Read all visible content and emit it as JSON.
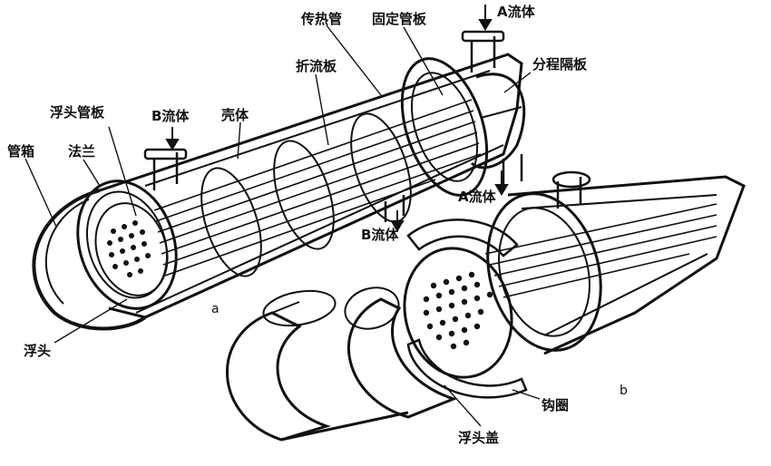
{
  "labels": {
    "a_fluid_in": "A流体",
    "fixed_tube_sheet": "固定管板",
    "heat_tube": "传热管",
    "baffle": "折流板",
    "pass_partition": "分程隔板",
    "floating_tube_sheet": "浮头管板",
    "b_fluid_in": "B流体",
    "shell": "壳体",
    "channel": "管箱",
    "flange": "法兰",
    "a_fluid_out": "A流体",
    "b_fluid_out": "B流体",
    "floating_head": "浮头",
    "floating_head_cover": "浮头盖",
    "hook_ring": "钩圈",
    "fig_a": "a",
    "fig_b": "b"
  }
}
